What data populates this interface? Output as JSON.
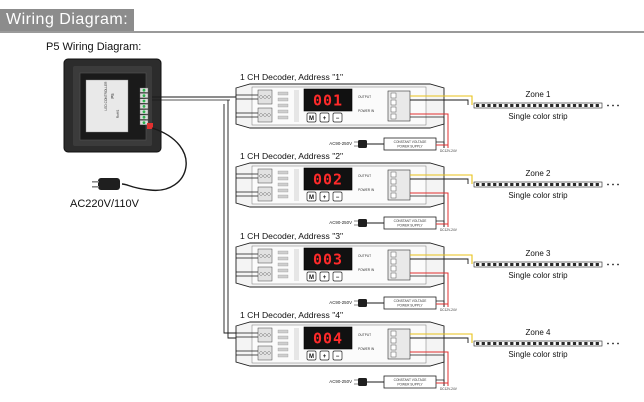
{
  "header": {
    "title": "Wiring Diagram:"
  },
  "subtitle": "P5 Wiring Diagram:",
  "mains_label": "AC220V/110V",
  "panel": {
    "lines": [
      "LED CONTROLLER",
      "P5",
      "RoHS"
    ]
  },
  "decoders": [
    {
      "title": "1 CH Decoder, Address \"1\"",
      "display": "001",
      "zone": "Zone 1",
      "strip": "Single color strip",
      "ac_label": "AC90-250V",
      "psu_lines": [
        "CONSTANT VOLTAGE",
        "POWER SUPPLY"
      ]
    },
    {
      "title": "1 CH Decoder, Address \"2\"",
      "display": "002",
      "zone": "Zone 2",
      "strip": "Single color strip",
      "ac_label": "AC90-250V",
      "psu_lines": [
        "CONSTANT VOLTAGE",
        "POWER SUPPLY"
      ]
    },
    {
      "title": "1 CH Decoder, Address \"3\"",
      "display": "003",
      "zone": "Zone 3",
      "strip": "Single color strip",
      "ac_label": "AC90-250V",
      "psu_lines": [
        "CONSTANT VOLTAGE",
        "POWER SUPPLY"
      ]
    },
    {
      "title": "1 CH Decoder, Address \"4\"",
      "display": "004",
      "zone": "Zone 4",
      "strip": "Single color strip",
      "ac_label": "AC90-250V",
      "psu_lines": [
        "CONSTANT VOLTAGE",
        "POWER SUPPLY"
      ]
    }
  ],
  "decoder_buttons": [
    "M",
    "+",
    "−"
  ],
  "decoder_small": {
    "power_in": "POWER IN",
    "output": "OUTPUT",
    "dc_in": "DC12V-24V"
  },
  "colors": {
    "header_bg": "#8c8c8c",
    "led_red": "#ff2a2a",
    "wire_red": "#e23030",
    "wire_yellow": "#e8c21a",
    "signal_green": "#2bb24c"
  }
}
